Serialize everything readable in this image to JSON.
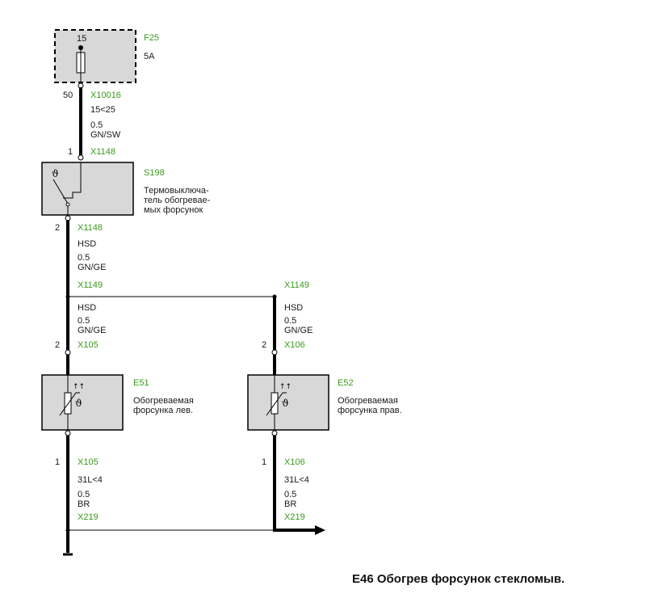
{
  "colors": {
    "wire": "#000000",
    "box_fill": "#d8d8d8",
    "green_label": "#3a9a1e",
    "text": "#1a1a1a"
  },
  "caption": "E46 Обогрев форсунок стекломыв.",
  "fuse": {
    "id": "F25",
    "rating": "5A",
    "terminal_in": "15",
    "terminal_out": "50",
    "connector": "X10016",
    "wire_spec": [
      "15<25",
      "0.5",
      "GN/SW"
    ]
  },
  "switch": {
    "id": "S198",
    "description": [
      "Термовыключа-",
      "тель обогревае-",
      "мых форсунок"
    ],
    "pin_in": "1",
    "connector_in": "X1148",
    "pin_out": "2",
    "connector_out": "X1148",
    "wire_spec": [
      "HSD",
      "0.5",
      "GN/GE"
    ]
  },
  "splice": {
    "left_connector": "X1149",
    "right_connector": "X1149"
  },
  "left_branch": {
    "wire_spec": [
      "HSD",
      "0.5",
      "GN/GE"
    ],
    "pin_in": "2",
    "connector_in": "X105",
    "component_id": "E51",
    "description": [
      "Обогреваемая",
      "форсунка лев."
    ],
    "pin_out": "1",
    "connector_out": "X105",
    "ground_spec": [
      "31L<4",
      "0.5",
      "BR"
    ],
    "ground_connector": "X219"
  },
  "right_branch": {
    "wire_spec": [
      "HSD",
      "0.5",
      "GN/GE"
    ],
    "pin_in": "2",
    "connector_in": "X106",
    "component_id": "E52",
    "description": [
      "Обогреваемая",
      "форсунка прав."
    ],
    "pin_out": "1",
    "connector_out": "X106",
    "ground_spec": [
      "31L<4",
      "0.5",
      "BR"
    ],
    "ground_connector": "X219"
  }
}
